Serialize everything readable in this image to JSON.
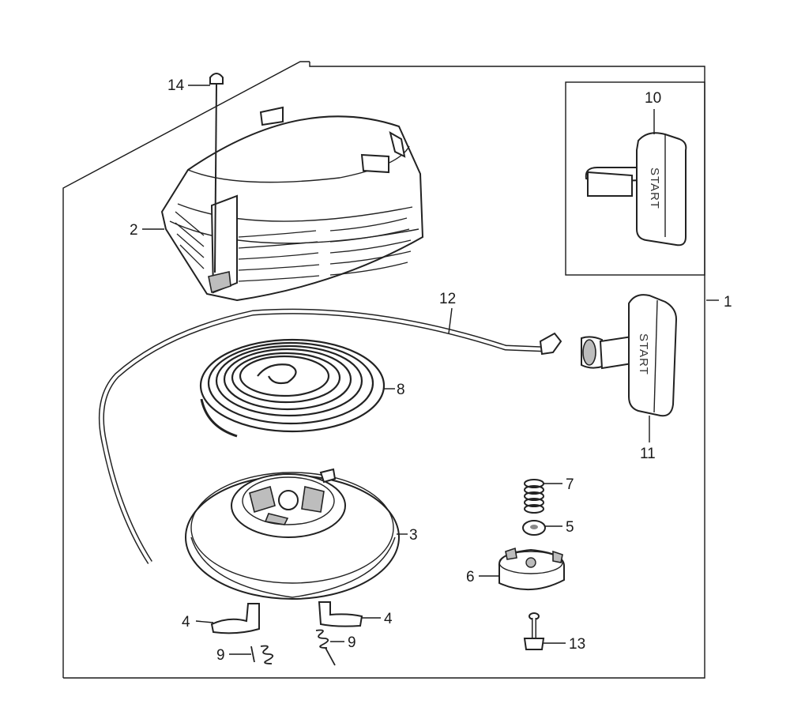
{
  "labels": {
    "p1": "1",
    "p2": "2",
    "p3": "3",
    "p4a": "4",
    "p4b": "4",
    "p5": "5",
    "p6": "6",
    "p7": "7",
    "p8": "8",
    "p9a": "9",
    "p9b": "9",
    "p10": "10",
    "p11": "11",
    "p12": "12",
    "p13": "13",
    "p14": "14"
  },
  "handle_text": {
    "upper": "START",
    "lower": "START"
  }
}
